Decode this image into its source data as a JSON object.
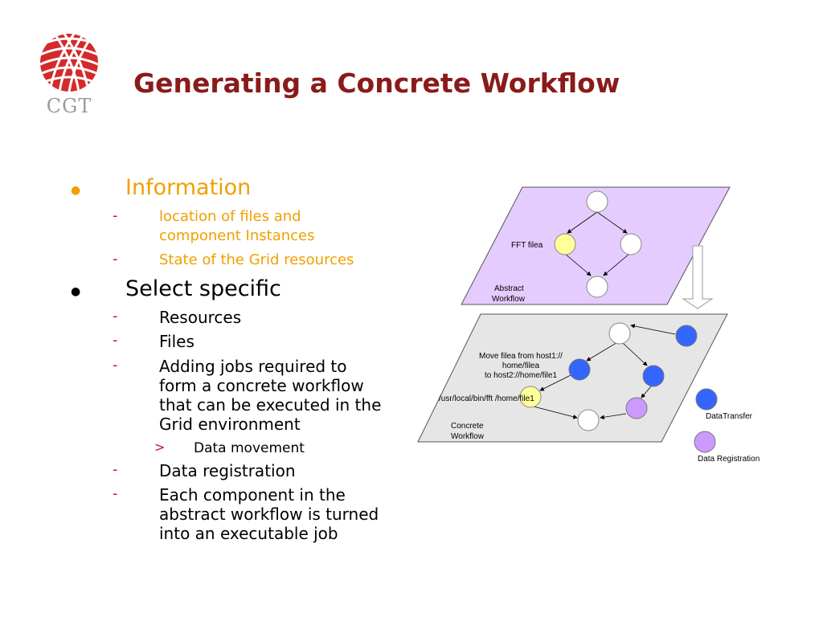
{
  "logo": {
    "text": "CGT"
  },
  "title": "Generating a Concrete Workflow",
  "outline": {
    "information": {
      "heading": "Information",
      "items": [
        [
          "location of files and",
          "component Instances"
        ],
        [
          "State of the Grid resources"
        ]
      ]
    },
    "select": {
      "heading": "Select specific",
      "items": [
        [
          "Resources"
        ],
        [
          "Files"
        ],
        [
          "Adding jobs required to",
          "form a concrete workflow",
          "that can be executed in the",
          "Grid environment"
        ]
      ],
      "subitem": "Data movement",
      "items_after": [
        [
          "Data registration"
        ],
        [
          "Each component in the",
          "abstract workflow is turned",
          "into an executable job"
        ]
      ]
    }
  },
  "diagram": {
    "abstract": {
      "fft_label": "FFT filea",
      "label": [
        "Abstract",
        "Workflow"
      ]
    },
    "concrete": {
      "move_label": [
        "Move filea from host1://",
        "home/filea",
        "to host2://home/file1"
      ],
      "exec_label": "/usr/local/bin/fft /home/file1",
      "label": [
        "Concrete",
        "Workflow"
      ]
    },
    "legend": {
      "transfer": "DataTransfer",
      "registration": "Data Registration"
    },
    "colors": {
      "abstract_plane": "#e5ccff",
      "concrete_plane": "#e6e6e6",
      "transfer_node": "#3366ff",
      "registration_node": "#cc99ff",
      "compute_node": "#ffff99"
    }
  }
}
